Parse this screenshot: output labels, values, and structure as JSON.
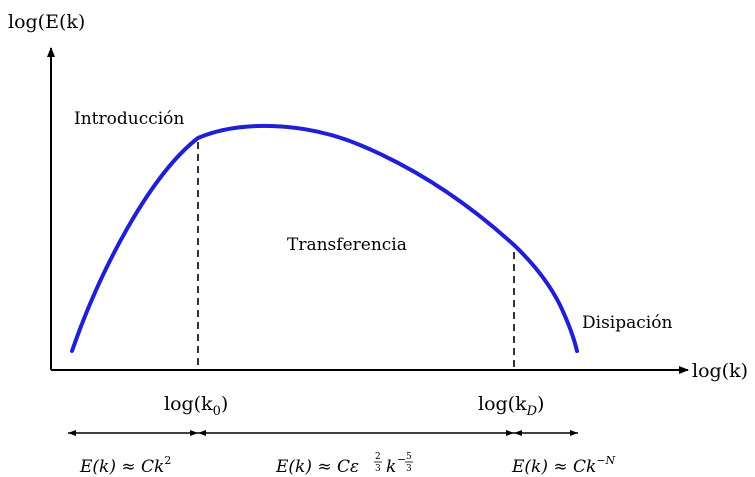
{
  "axes": {
    "y_label": "log(E(k)",
    "x_label": "log(k)"
  },
  "regions": {
    "introduction": "Introducción",
    "transfer": "Transferencia",
    "dissipation": "Disipación"
  },
  "markers": {
    "k0": {
      "prefix": "log(k",
      "sub": "0",
      "suffix": ")"
    },
    "kD": {
      "prefix": "log(k",
      "sub": "D",
      "suffix": ")"
    }
  },
  "equations": {
    "introduction": {
      "lhs": "E(k) ≈ Ck",
      "exp": "2"
    },
    "transfer": {
      "lhs": "E(k) ≈ Cε",
      "exp1_num": "2",
      "exp1_den": "3",
      "mid": "k",
      "exp2_sign": "−",
      "exp2_num": "5",
      "exp2_den": "3"
    },
    "dissipation": {
      "lhs": "E(k) ≈ Ck",
      "exp": "−N"
    }
  },
  "colors": {
    "curve": "#1f1fd6",
    "ink": "#000000"
  }
}
